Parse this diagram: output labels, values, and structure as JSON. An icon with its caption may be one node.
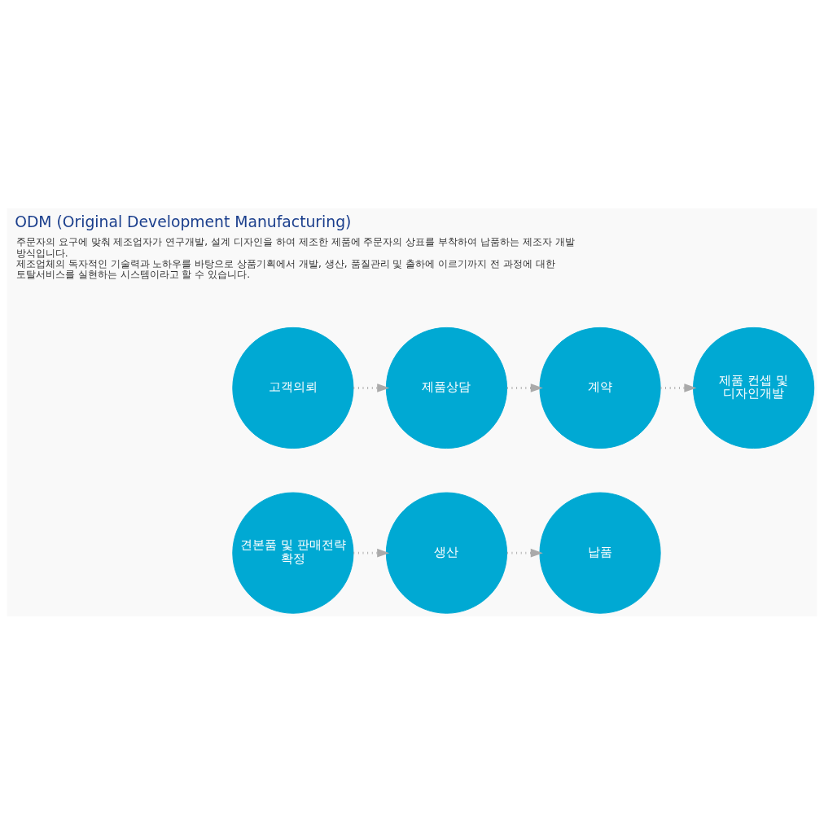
{
  "diagram": {
    "title": "ODM (Original Development Manufacturing)",
    "nodes": [
      {
        "text": [
          "고객의뢰"
        ]
      },
      {
        "text": [
          "제품상담"
        ]
      },
      {
        "text": [
          "계약"
        ]
      },
      {
        "text": [
          "제품 컨셉 및 디자인개발"
        ]
      },
      {
        "text": [
          "견본품 및 판매전략 확정"
        ]
      },
      {
        "text": [
          "생산"
        ]
      },
      {
        "text": [
          "납품"
        ]
      }
    ],
    "edges": [
      {
        "from": 0,
        "to": 1,
        "arrow": "to"
      },
      {
        "from": 1,
        "to": 2,
        "arrow": "to"
      },
      {
        "from": 2,
        "to": 3,
        "arrow": "to"
      },
      {
        "from": 4,
        "to": 5,
        "arrow": "to"
      },
      {
        "from": 5,
        "to": 6,
        "arrow": "to"
      }
    ],
    "labels": [
      "주문자의 요구에 맞춰 제조업자가 연구개발, 설계 디자인을 하여 제조한 제품에 주문자의 상표를 부착하여 납품하는 제조자 개발 방식입니다.",
      "제조업체의 독자적인 기술력과 노하우를 바탕으로 상품기획에서 개발, 생산, 품질관리 및 출하에 이르기까지 전 과정에 대한 토탈서비스를 실현하는 시스템이라고 할 수 있습니다."
    ]
  }
}
